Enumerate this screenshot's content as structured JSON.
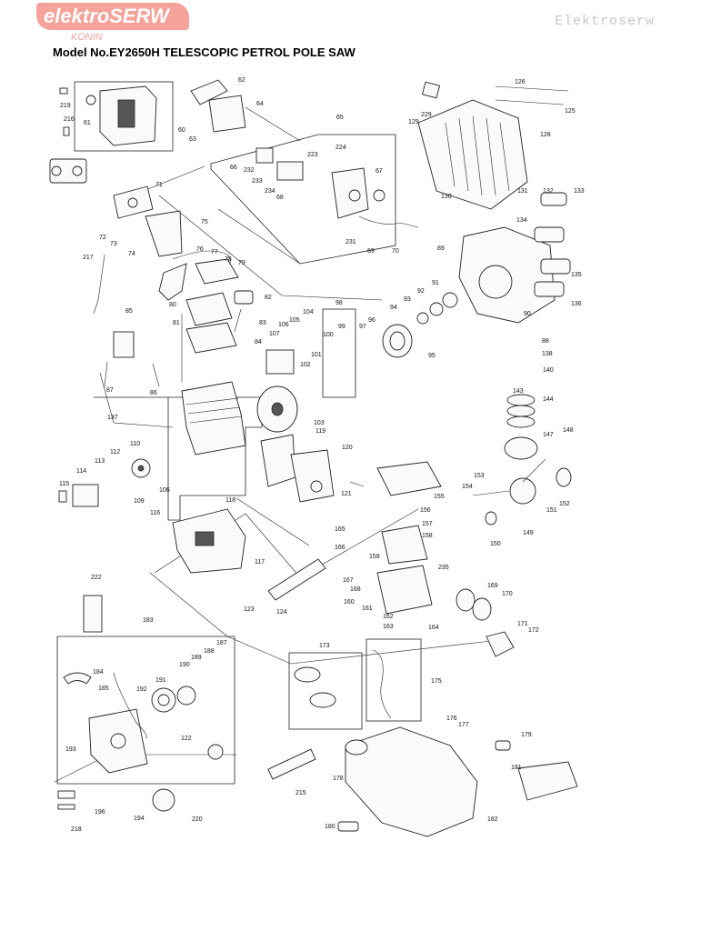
{
  "header": {
    "logo_text": "elektroSERW",
    "logo_sub": "KONIN",
    "watermark": "Elektroserw",
    "title": "Model No.EY2650H TELESCOPIC PETROL POLE SAW"
  },
  "colors": {
    "logo_bg": "#f4a29a",
    "watermark": "#c8c8c8",
    "line": "#222222"
  },
  "callouts": [
    "219",
    "216",
    "61",
    "60",
    "62",
    "63",
    "64",
    "65",
    "66",
    "232",
    "233",
    "234",
    "68",
    "67",
    "223",
    "224",
    "231",
    "69",
    "70",
    "71",
    "72",
    "73",
    "74",
    "75",
    "76",
    "77",
    "78",
    "79",
    "217",
    "80",
    "81",
    "82",
    "83",
    "84",
    "85",
    "86",
    "87",
    "98",
    "99",
    "100",
    "101",
    "102",
    "96",
    "97",
    "104",
    "105",
    "106",
    "107",
    "103",
    "137",
    "119",
    "120",
    "121",
    "155",
    "156",
    "157",
    "158",
    "235",
    "110",
    "112",
    "113",
    "114",
    "115",
    "106",
    "109",
    "116",
    "117",
    "118",
    "123",
    "124",
    "165",
    "166",
    "167",
    "168",
    "159",
    "160",
    "161",
    "162",
    "163",
    "164",
    "169",
    "170",
    "171",
    "172",
    "222",
    "183",
    "184",
    "185",
    "187",
    "188",
    "189",
    "190",
    "191",
    "192",
    "193",
    "122",
    "196",
    "218",
    "194",
    "220",
    "173",
    "175",
    "176",
    "177",
    "178",
    "179",
    "180",
    "181",
    "182",
    "215",
    "129",
    "229",
    "126",
    "125",
    "128",
    "130",
    "131",
    "132",
    "133",
    "134",
    "135",
    "136",
    "89",
    "90",
    "91",
    "92",
    "93",
    "94",
    "95",
    "88",
    "138",
    "140",
    "143",
    "144",
    "147",
    "148",
    "153",
    "154",
    "149",
    "150",
    "151",
    "152"
  ]
}
